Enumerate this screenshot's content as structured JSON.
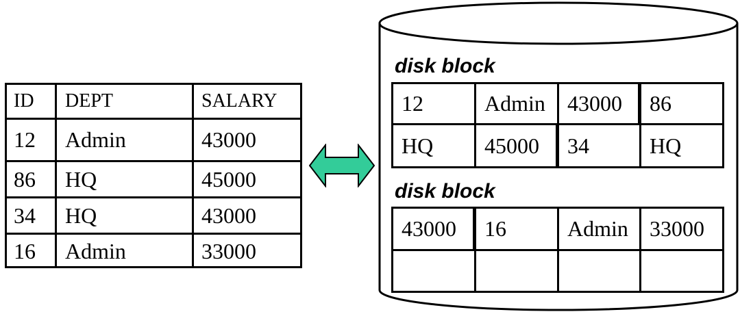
{
  "table": {
    "columns": [
      "ID",
      "DEPT",
      "SALARY"
    ],
    "rows": [
      [
        "12",
        "Admin",
        "43000"
      ],
      [
        "86",
        "HQ",
        "45000"
      ],
      [
        "34",
        "HQ",
        "43000"
      ],
      [
        "16",
        "Admin",
        "33000"
      ]
    ]
  },
  "disk": {
    "blocks": [
      {
        "title": "disk block",
        "rows": [
          [
            "12",
            "Admin",
            "43000",
            "86"
          ],
          [
            "HQ",
            "45000",
            "34",
            "HQ"
          ]
        ]
      },
      {
        "title": "disk block",
        "rows": [
          [
            "43000",
            "16",
            "Admin",
            "33000"
          ],
          [
            "",
            "",
            "",
            ""
          ]
        ]
      }
    ]
  },
  "colors": {
    "arrow_fill": "#33CC99",
    "line": "#000000"
  }
}
